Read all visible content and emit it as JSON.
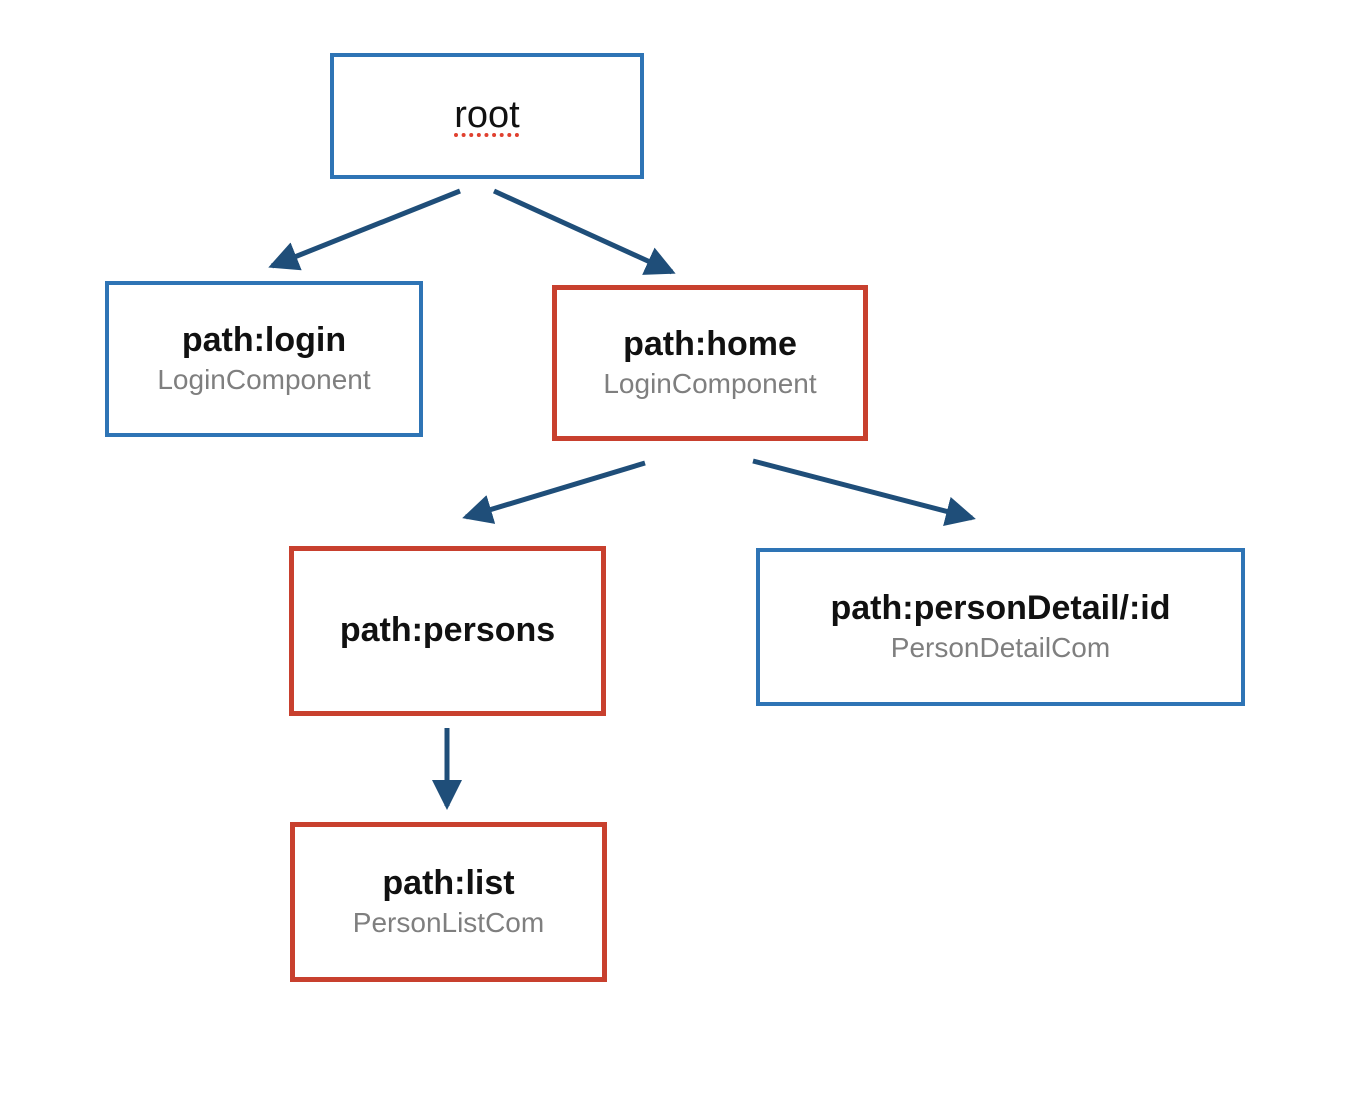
{
  "diagram": {
    "title": "router tree diagram",
    "colors": {
      "blue_border": "#2e74b5",
      "red_border": "#c8402e",
      "arrow": "#1f4e79",
      "title_text": "#111111",
      "subtitle_text": "#7f7f7f",
      "spellcheck": "#e0402f",
      "background": "#ffffff"
    },
    "nodes": [
      {
        "id": "root",
        "title": "root",
        "subtitle": "",
        "border_color": "blue",
        "spellcheck_underline": true
      },
      {
        "id": "login",
        "title": "path:login",
        "subtitle": "LoginComponent",
        "border_color": "blue",
        "spellcheck_underline": false
      },
      {
        "id": "home",
        "title": "path:home",
        "subtitle": "LoginComponent",
        "border_color": "red",
        "spellcheck_underline": false
      },
      {
        "id": "persons",
        "title": "path:persons",
        "subtitle": "",
        "border_color": "red",
        "spellcheck_underline": false
      },
      {
        "id": "persondetail",
        "title": "path:personDetail/:id",
        "subtitle": "PersonDetailCom",
        "border_color": "blue",
        "spellcheck_underline": false
      },
      {
        "id": "list",
        "title": "path:list",
        "subtitle": "PersonListCom",
        "border_color": "red",
        "spellcheck_underline": false
      }
    ],
    "edges": [
      {
        "from": "root",
        "to": "login"
      },
      {
        "from": "root",
        "to": "home"
      },
      {
        "from": "home",
        "to": "persons"
      },
      {
        "from": "home",
        "to": "persondetail"
      },
      {
        "from": "persons",
        "to": "list"
      }
    ]
  }
}
